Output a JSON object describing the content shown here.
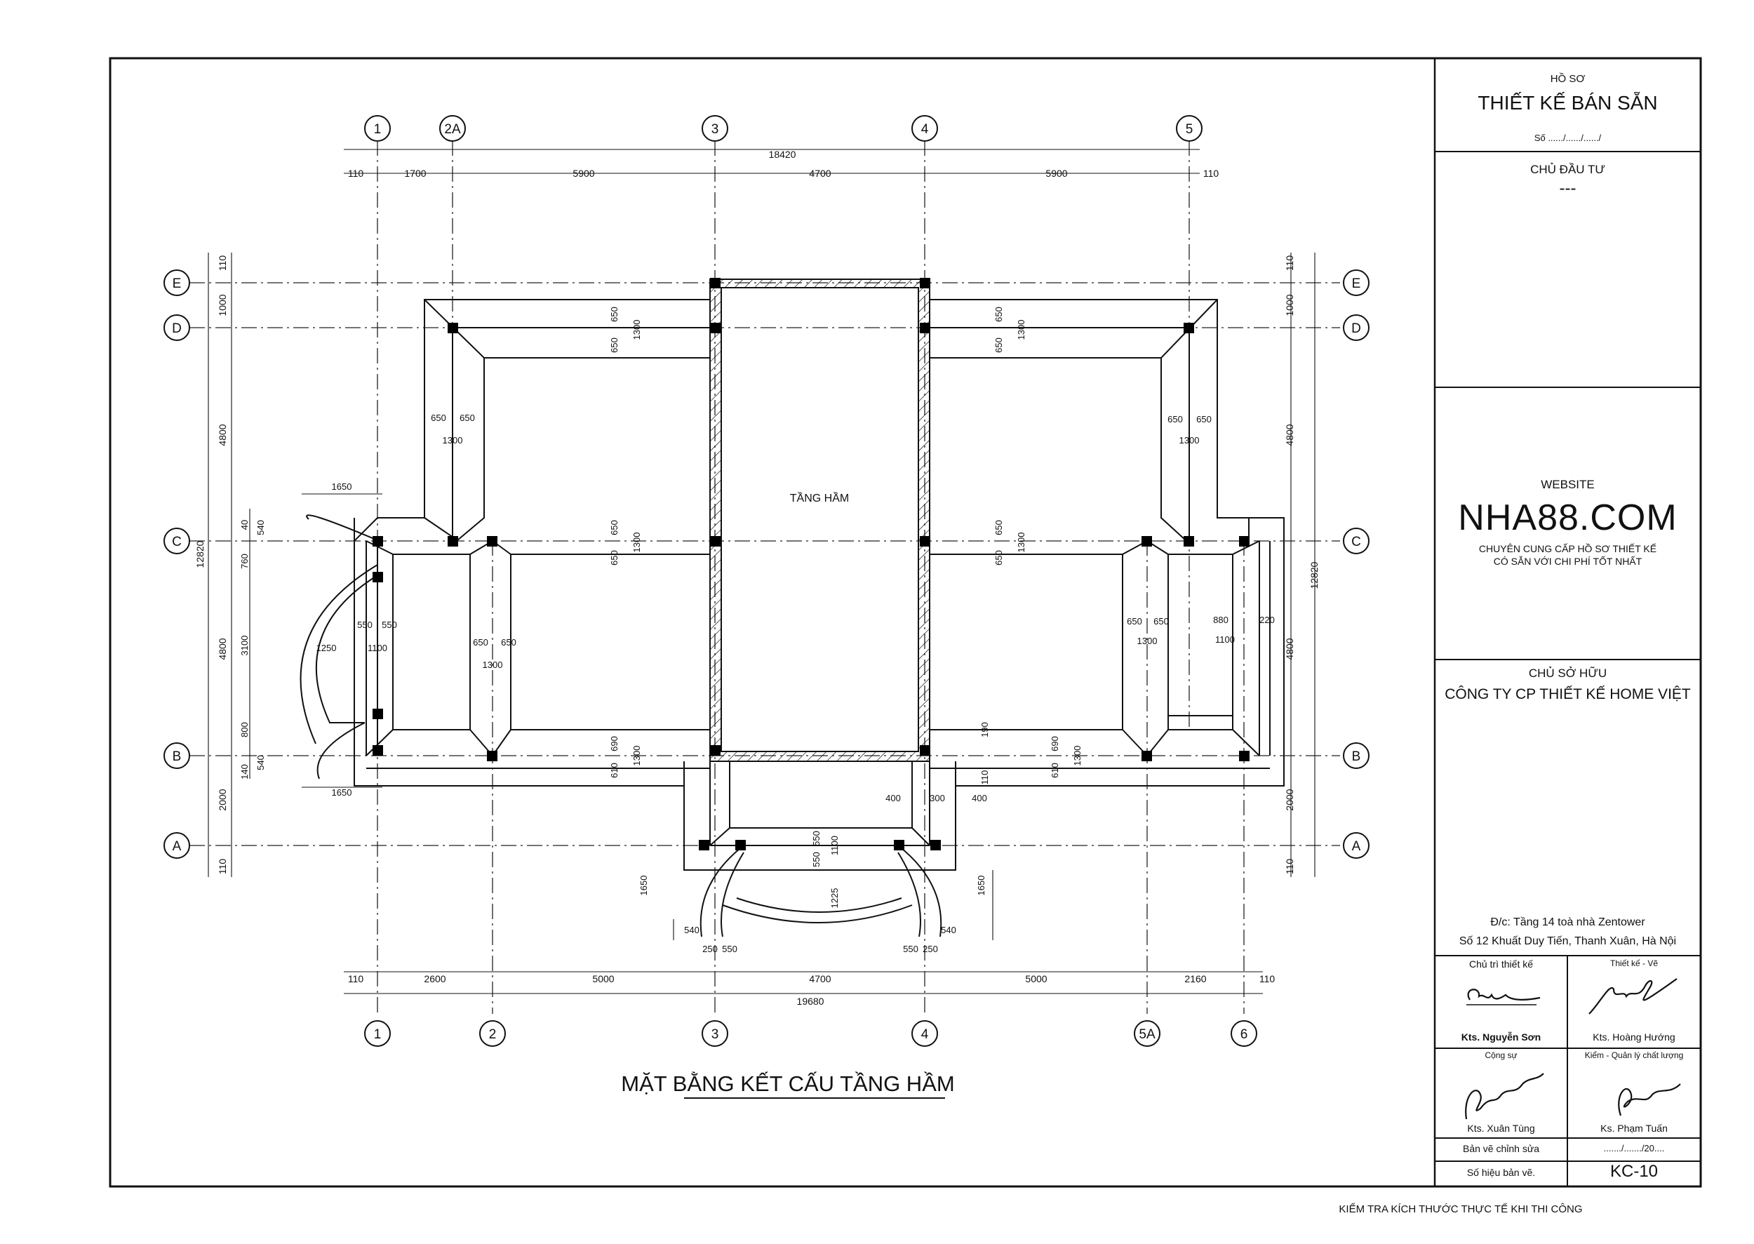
{
  "drawing_title": "MẶT BẰNG KẾT CẤU TẦNG HẦM",
  "room_label": "TẦNG HẦM",
  "footer_note": "KIỂM TRA KÍCH THƯỚC THỰC TẾ KHI THI CÔNG",
  "grid": {
    "top": [
      "1",
      "2A",
      "3",
      "4",
      "5"
    ],
    "bottom": [
      "1",
      "2",
      "3",
      "4",
      "5A",
      "6"
    ],
    "left": [
      "E",
      "D",
      "C",
      "B",
      "A"
    ],
    "right": [
      "E",
      "D",
      "C",
      "B",
      "A"
    ]
  },
  "dims": {
    "top_total": "18420",
    "top": [
      "110",
      "1700",
      "5900",
      "4700",
      "5900",
      "110"
    ],
    "bottom_total": "19680",
    "bottom": [
      "110",
      "2600",
      "5000",
      "4700",
      "5000",
      "2160",
      "110"
    ],
    "left_total": "12820",
    "left": [
      "110",
      "1000",
      "4800",
      "4800",
      "2000",
      "110"
    ],
    "right_total": "12820",
    "right": [
      "110",
      "1000",
      "4800",
      "4800",
      "2000",
      "110"
    ],
    "left_steps": [
      "540",
      "40",
      "760",
      "3100",
      "800",
      "140",
      "540"
    ],
    "left_bay": [
      "1650",
      "1250",
      "1650"
    ],
    "left_room": [
      "550",
      "550",
      "1100",
      "650",
      "650",
      "1300"
    ],
    "upper_left": [
      "650",
      "650",
      "1300",
      "650",
      "650",
      "1300"
    ],
    "upper_right": [
      "650",
      "650",
      "1300",
      "650",
      "650",
      "1300"
    ],
    "mid_left": [
      "650",
      "650",
      "1300",
      "690",
      "610",
      "1300"
    ],
    "mid_right": [
      "650",
      "650",
      "1300",
      "190",
      "690",
      "110",
      "610",
      "1300"
    ],
    "right_room": [
      "650",
      "650",
      "1300",
      "880",
      "220",
      "1100"
    ],
    "front": [
      "400",
      "300",
      "400",
      "550",
      "550",
      "1100",
      "1225",
      "1650",
      "1650",
      "540",
      "540",
      "250",
      "550",
      "550",
      "250"
    ]
  },
  "title_block": {
    "header_small": "HỒ SƠ",
    "header_big": "THIẾT KẾ BÁN SẴN",
    "number": "Số ....../....../....../",
    "investor_label": "CHỦ ĐẦU TƯ",
    "investor_value": "---",
    "website_label": "WEBSITE",
    "website": "NHA88.COM",
    "tagline_1": "CHUYÊN CUNG CẤP HỒ SƠ THIẾT KẾ",
    "tagline_2": "CÓ SẴN VỚI CHI PHÍ TỐT NHẤT",
    "owner_label": "CHỦ SỞ HỮU",
    "owner": "CÔNG TY CP THIẾT KẾ HOME VIỆT",
    "address_1": "Đ/c: Tầng 14 toà nhà Zentower",
    "address_2": "Số 12 Khuất Duy Tiến, Thanh Xuân, Hà Nội",
    "role_1": "Chủ trì thiết kế",
    "role_2": "Thiết kế - Vẽ",
    "name_1": "Kts. Nguyễn Sơn",
    "name_2": "Kts. Hoàng Hướng",
    "role_3": "Cộng sự",
    "role_4": "Kiểm - Quản lý chất lượng",
    "name_3": "Kts. Xuân Tùng",
    "name_4": "Ks. Phạm Tuấn",
    "revision_label": "Bản vẽ chỉnh sửa",
    "revision_value": "......./......./20....",
    "sheet_label": "Số hiệu bản vẽ.",
    "sheet_value": "KC-10"
  }
}
